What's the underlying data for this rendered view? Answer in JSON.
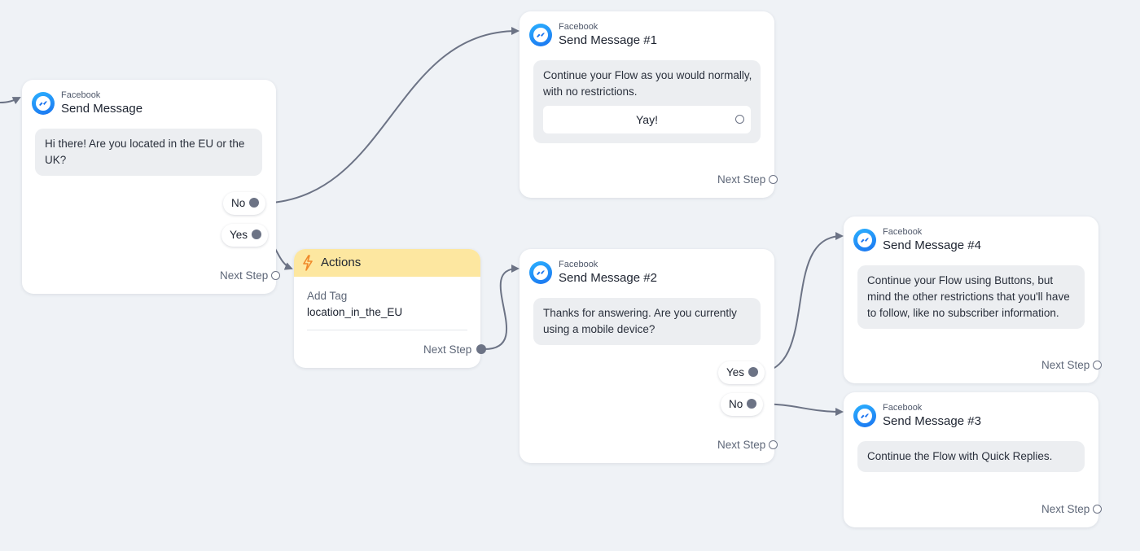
{
  "nodes": {
    "send_message": {
      "platform": "Facebook",
      "title": "Send Message",
      "text": "Hi there! Are you located in the EU or the UK?",
      "options": [
        "No",
        "Yes"
      ],
      "next_step": "Next Step"
    },
    "send_message_1": {
      "platform": "Facebook",
      "title": "Send Message #1",
      "text": "Continue your Flow as you would normally, with no restrictions.",
      "button": "Yay!",
      "next_step": "Next Step"
    },
    "actions": {
      "title": "Actions",
      "label": "Add Tag",
      "value": "location_in_the_EU",
      "next_step": "Next Step"
    },
    "send_message_2": {
      "platform": "Facebook",
      "title": "Send Message #2",
      "text": "Thanks for answering. Are you currently using a mobile device?",
      "options": [
        "Yes",
        "No"
      ],
      "next_step": "Next Step"
    },
    "send_message_4": {
      "platform": "Facebook",
      "title": "Send Message #4",
      "text": "Continue your Flow using Buttons, but mind the other restrictions that you'll have to follow, like no subscriber information.",
      "next_step": "Next Step"
    },
    "send_message_3": {
      "platform": "Facebook",
      "title": "Send Message #3",
      "text": "Continue the Flow with Quick Replies.",
      "next_step": "Next Step"
    }
  },
  "colors": {
    "canvas": "#eff2f6",
    "wire": "#6c7385",
    "actions_header": "#fde7a0",
    "messenger": "#1a74f0"
  }
}
